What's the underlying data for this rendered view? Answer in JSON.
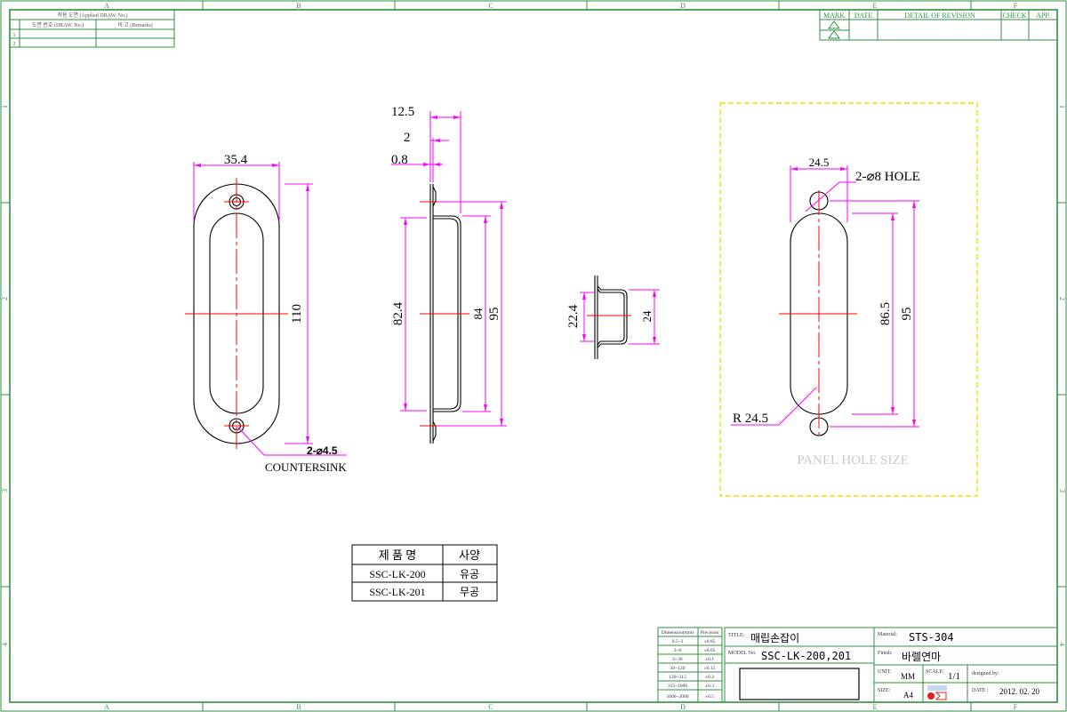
{
  "frame": {
    "columns": [
      "A",
      "B",
      "C",
      "D",
      "E",
      "F"
    ],
    "rows": [
      "1",
      "2",
      "3",
      "4"
    ],
    "colors": {
      "frame": "#2f8f3f",
      "dim": "#ff00ff",
      "center": "#ff0000",
      "panel": "#f0e000",
      "part": "#000000"
    }
  },
  "applied_table": {
    "header": "적용 도면 (Applied DRAW. No.)",
    "col_draw": "도면 번호 (DRAW. No.)",
    "col_remarks": "비 고 (Remarks)",
    "rows": [
      "1",
      "2"
    ]
  },
  "revision_table": {
    "mark": "MARK",
    "date": "DATE",
    "detail": "DETAIL OF REVISION",
    "check": "CHECK",
    "app": "APP."
  },
  "front_view": {
    "width_dim": "35.4",
    "height_dim": "110",
    "note_line1": "2-⌀4.5",
    "note_line2": "COUNTERSINK"
  },
  "side_view": {
    "dim_top1": "12.5",
    "dim_top2": "2",
    "dim_top3": "0.8",
    "dim_inner": "82.4",
    "dim_mid": "84",
    "dim_outer": "95"
  },
  "section_view": {
    "dim_left": "22.4",
    "dim_right": "24"
  },
  "panel_view": {
    "width_dim": "24.5",
    "hole_note": "2-⌀8  HOLE",
    "dim_inner": "86.5",
    "dim_outer": "95",
    "radius_note": "R 24.5",
    "caption": "PANEL HOLE SIZE"
  },
  "product_table": {
    "head_name": "제 품 명",
    "head_spec": "사양",
    "rows": [
      {
        "name": "SSC-LK-200",
        "spec": "유공"
      },
      {
        "name": "SSC-LK-201",
        "spec": "무공"
      }
    ]
  },
  "tolerance_table": {
    "head_dim": "Dimension(mm)",
    "head_prec": "Precision",
    "rows": [
      {
        "dim": "0.5~3",
        "prec": "±0.05"
      },
      {
        "dim": "3~6",
        "prec": "±0.05"
      },
      {
        "dim": "6~30",
        "prec": "±0.1"
      },
      {
        "dim": "30~120",
        "prec": "±0.15"
      },
      {
        "dim": "120~315",
        "prec": "±0.2"
      },
      {
        "dim": "315~1000",
        "prec": "±0.3"
      },
      {
        "dim": "1000~2000",
        "prec": "±0.5"
      }
    ]
  },
  "title_block": {
    "title_label": "TITLE:",
    "title_value": "매립손잡이",
    "model_label": "MODEL No.",
    "model_value": "SSC-LK-200,201",
    "material_label": "Material:",
    "material_value": "STS-304",
    "finish_label": "Finish:",
    "finish_value": "바렐연마",
    "unit_label": "UNIT:",
    "unit_value": "MM",
    "scale_label": "SCALE:",
    "scale_value": "1/1",
    "designed_label": "designed by:",
    "size_label": "SIZE:",
    "size_value": "A4",
    "date_label": "DATE :",
    "date_value": "2012. 02. 20"
  }
}
